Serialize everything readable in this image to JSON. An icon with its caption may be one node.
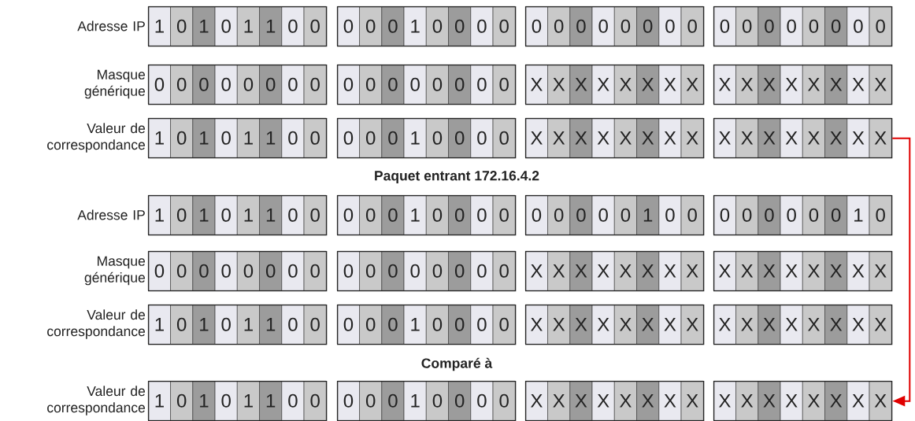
{
  "diagram": {
    "nodes": [
      {
        "text": [],
        "shape": "box"
      },
      {
        "text": [
          "1"
        ],
        "in": 0
      },
      {
        "text": [
          "0"
        ],
        "in": 0
      },
      {
        "text": [
          "1"
        ],
        "in": 0
      },
      {
        "text": [
          "0"
        ],
        "in": 0
      },
      {
        "text": [
          "1"
        ],
        "in": 0
      },
      {
        "text": [
          "1"
        ],
        "in": 0
      },
      {
        "text": [
          "0"
        ],
        "in": 0
      },
      {
        "text": [
          "0"
        ],
        "in": 0
      },
      {
        "text": [],
        "shape": "box"
      },
      {
        "text": [
          "0"
        ],
        "in": 9
      },
      {
        "text": [
          "0"
        ],
        "in": 9
      },
      {
        "text": [
          "0"
        ],
        "in": 9
      },
      {
        "text": [
          "1"
        ],
        "in": 9
      },
      {
        "text": [
          "0"
        ],
        "in": 9
      },
      {
        "text": [
          "0"
        ],
        "in": 9
      },
      {
        "text": [
          "0"
        ],
        "in": 9
      },
      {
        "text": [
          "0"
        ],
        "in": 9
      },
      {
        "text": [],
        "shape": "box"
      },
      {
        "text": [
          "0"
        ],
        "in": 18
      },
      {
        "text": [
          "0"
        ],
        "in": 18
      },
      {
        "text": [
          "0"
        ],
        "in": 18
      },
      {
        "text": [
          "0"
        ],
        "in": 18
      },
      {
        "text": [
          "0"
        ],
        "in": 18
      },
      {
        "text": [
          "0"
        ],
        "in": 18
      },
      {
        "text": [
          "0"
        ],
        "in": 18
      },
      {
        "text": [
          "0"
        ],
        "in": 18
      },
      {
        "text": [],
        "shape": "box"
      },
      {
        "text": [
          "0"
        ],
        "in": 27
      },
      {
        "text": [
          "0"
        ],
        "in": 27
      },
      {
        "text": [
          "0"
        ],
        "in": 27
      },
      {
        "text": [
          "0"
        ],
        "in": 27
      },
      {
        "text": [
          "0"
        ],
        "in": 27
      },
      {
        "text": [
          "0"
        ],
        "in": 27
      },
      {
        "text": [
          "0"
        ],
        "in": 27
      },
      {
        "text": [
          "0"
        ],
        "in": 27
      },
      {
        "text": [],
        "shape": "box"
      },
      {
        "text": [
          "0"
        ],
        "in": 36
      },
      {
        "text": [
          "0"
        ],
        "in": 36
      },
      {
        "text": [
          "0"
        ],
        "in": 36
      },
      {
        "text": [
          "0"
        ],
        "in": 36
      },
      {
        "text": [
          "0"
        ],
        "in": 36
      },
      {
        "text": [
          "0"
        ],
        "in": 36
      },
      {
        "text": [
          "0"
        ],
        "in": 36
      },
      {
        "text": [
          "0"
        ],
        "in": 36
      },
      {
        "text": [],
        "shape": "box"
      },
      {
        "text": [
          "0"
        ],
        "in": 45
      },
      {
        "text": [
          "0"
        ],
        "in": 45
      },
      {
        "text": [
          "0"
        ],
        "in": 45
      },
      {
        "text": [
          "0"
        ],
        "in": 45
      },
      {
        "text": [
          "0"
        ],
        "in": 45
      },
      {
        "text": [
          "0"
        ],
        "in": 45
      },
      {
        "text": [
          "0"
        ],
        "in": 45
      },
      {
        "text": [
          "0"
        ],
        "in": 45
      },
      {
        "text": [],
        "shape": "box"
      },
      {
        "text": [
          "X"
        ],
        "in": 54
      },
      {
        "text": [
          "X"
        ],
        "in": 54
      },
      {
        "text": [
          "X"
        ],
        "in": 54
      },
      {
        "text": [
          "X"
        ],
        "in": 54
      },
      {
        "text": [
          "X"
        ],
        "in": 54
      },
      {
        "text": [
          "X"
        ],
        "in": 54
      },
      {
        "text": [
          "X"
        ],
        "in": 54
      },
      {
        "text": [
          "X"
        ],
        "in": 54
      },
      {
        "text": [],
        "shape": "box"
      },
      {
        "text": [
          "X"
        ],
        "in": 63
      },
      {
        "text": [
          "X"
        ],
        "in": 63
      },
      {
        "text": [
          "X"
        ],
        "in": 63
      },
      {
        "text": [
          "X"
        ],
        "in": 63
      },
      {
        "text": [
          "X"
        ],
        "in": 63
      },
      {
        "text": [
          "X"
        ],
        "in": 63
      },
      {
        "text": [
          "X"
        ],
        "in": 63
      },
      {
        "text": [
          "X"
        ],
        "in": 63
      },
      {
        "text": [],
        "shape": "box"
      },
      {
        "text": [
          "1"
        ],
        "in": 72
      },
      {
        "text": [
          "0"
        ],
        "in": 72
      },
      {
        "text": [
          "1"
        ],
        "in": 72
      },
      {
        "text": [
          "0"
        ],
        "in": 72
      },
      {
        "text": [
          "1"
        ],
        "in": 72
      },
      {
        "text": [
          "1"
        ],
        "in": 72
      },
      {
        "text": [
          "0"
        ],
        "in": 72
      },
      {
        "text": [
          "0"
        ],
        "in": 72
      },
      {
        "text": [],
        "shape": "box"
      },
      {
        "text": [
          "0"
        ],
        "in": 81
      },
      {
        "text": [
          "0"
        ],
        "in": 81
      },
      {
        "text": [
          "0"
        ],
        "in": 81
      },
      {
        "text": [
          "1"
        ],
        "in": 81
      },
      {
        "text": [
          "0"
        ],
        "in": 81
      },
      {
        "text": [
          "0"
        ],
        "in": 81
      },
      {
        "text": [
          "0"
        ],
        "in": 81
      },
      {
        "text": [
          "0"
        ],
        "in": 81
      },
      {
        "text": [],
        "shape": "box"
      },
      {
        "text": [
          "X"
        ],
        "in": 90
      },
      {
        "text": [
          "X"
        ],
        "in": 90
      },
      {
        "text": [
          "X"
        ],
        "in": 90
      },
      {
        "text": [
          "X"
        ],
        "in": 90
      },
      {
        "text": [
          "X"
        ],
        "in": 90
      },
      {
        "text": [
          "X"
        ],
        "in": 90
      },
      {
        "text": [
          "X"
        ],
        "in": 90
      },
      {
        "text": [
          "X"
        ],
        "in": 90
      },
      {
        "text": [],
        "shape": "box"
      },
      {
        "text": [
          "X"
        ],
        "in": 99
      },
      {
        "text": [
          "X"
        ],
        "in": 99
      },
      {
        "text": [
          "X"
        ],
        "in": 99
      },
      {
        "text": [
          "X"
        ],
        "in": 99
      },
      {
        "text": [
          "X"
        ],
        "in": 99
      },
      {
        "text": [
          "X"
        ],
        "in": 99
      },
      {
        "text": [
          "X"
        ],
        "in": 99
      },
      {
        "text": [
          "X"
        ],
        "in": 99
      },
      {
        "text": [],
        "shape": "box"
      },
      {
        "text": [
          "1"
        ],
        "in": 108
      },
      {
        "text": [
          "0"
        ],
        "in": 108
      },
      {
        "text": [
          "1"
        ],
        "in": 108
      },
      {
        "text": [
          "0"
        ],
        "in": 108
      },
      {
        "text": [
          "1"
        ],
        "in": 108
      },
      {
        "text": [
          "1"
        ],
        "in": 108
      },
      {
        "text": [
          "0"
        ],
        "in": 108
      },
      {
        "text": [
          "0"
        ],
        "in": 108
      },
      {
        "text": [],
        "shape": "box"
      },
      {
        "text": [
          "0"
        ],
        "in": 117
      },
      {
        "text": [
          "0"
        ],
        "in": 117
      },
      {
        "text": [
          "0"
        ],
        "in": 117
      },
      {
        "text": [
          "1"
        ],
        "in": 117
      },
      {
        "text": [
          "0"
        ],
        "in": 117
      },
      {
        "text": [
          "0"
        ],
        "in": 117
      },
      {
        "text": [
          "0"
        ],
        "in": 117
      },
      {
        "text": [
          "0"
        ],
        "in": 117
      },
      {
        "text": [],
        "shape": "box"
      },
      {
        "text": [
          "0"
        ],
        "in": 126
      },
      {
        "text": [
          "0"
        ],
        "in": 126
      },
      {
        "text": [
          "0"
        ],
        "in": 126
      },
      {
        "text": [
          "0"
        ],
        "in": 126
      },
      {
        "text": [
          "0"
        ],
        "in": 126
      },
      {
        "text": [
          "1"
        ],
        "in": 126
      },
      {
        "text": [
          "0"
        ],
        "in": 126
      },
      {
        "text": [
          "0"
        ],
        "in": 126
      },
      {
        "text": [],
        "shape": "box"
      },
      {
        "text": [
          "0"
        ],
        "in": 135
      },
      {
        "text": [
          "0"
        ],
        "in": 135
      },
      {
        "text": [
          "0"
        ],
        "in": 135
      },
      {
        "text": [
          "0"
        ],
        "in": 135
      },
      {
        "text": [
          "0"
        ],
        "in": 135
      },
      {
        "text": [
          "0"
        ],
        "in": 135
      },
      {
        "text": [
          "1"
        ],
        "in": 135
      },
      {
        "text": [
          "0"
        ],
        "in": 135
      },
      {
        "text": [],
        "shape": "box"
      },
      {
        "text": [
          "0"
        ],
        "in": 144
      },
      {
        "text": [
          "0"
        ],
        "in": 144
      },
      {
        "text": [
          "0"
        ],
        "in": 144
      },
      {
        "text": [
          "0"
        ],
        "in": 144
      },
      {
        "text": [
          "0"
        ],
        "in": 144
      },
      {
        "text": [
          "0"
        ],
        "in": 144
      },
      {
        "text": [
          "0"
        ],
        "in": 144
      },
      {
        "text": [
          "0"
        ],
        "in": 144
      },
      {
        "text": [],
        "shape": "box"
      },
      {
        "text": [
          "0"
        ],
        "in": 153
      },
      {
        "text": [
          "0"
        ],
        "in": 153
      },
      {
        "text": [
          "0"
        ],
        "in": 153
      },
      {
        "text": [
          "0"
        ],
        "in": 153
      },
      {
        "text": [
          "0"
        ],
        "in": 153
      },
      {
        "text": [
          "0"
        ],
        "in": 153
      },
      {
        "text": [
          "0"
        ],
        "in": 153
      },
      {
        "text": [
          "0"
        ],
        "in": 153
      },
      {
        "text": [],
        "shape": "box"
      },
      {
        "text": [
          "X"
        ],
        "in": 162
      },
      {
        "text": [
          "X"
        ],
        "in": 162
      },
      {
        "text": [
          "X"
        ],
        "in": 162
      },
      {
        "text": [
          "X"
        ],
        "in": 162
      },
      {
        "text": [
          "X"
        ],
        "in": 162
      },
      {
        "text": [
          "X"
        ],
        "in": 162
      },
      {
        "text": [
          "X"
        ],
        "in": 162
      },
      {
        "text": [
          "X"
        ],
        "in": 162
      },
      {
        "text": [],
        "shape": "box"
      },
      {
        "text": [
          "X"
        ],
        "in": 171
      },
      {
        "text": [
          "X"
        ],
        "in": 171
      },
      {
        "text": [
          "X"
        ],
        "in": 171
      },
      {
        "text": [
          "X"
        ],
        "in": 171
      },
      {
        "text": [
          "X"
        ],
        "in": 171
      },
      {
        "text": [
          "X"
        ],
        "in": 171
      },
      {
        "text": [
          "X"
        ],
        "in": 171
      },
      {
        "text": [
          "X"
        ],
        "in": 171
      },
      {
        "text": [],
        "shape": "box"
      },
      {
        "text": [
          "1"
        ],
        "in": 180
      },
      {
        "text": [
          "0"
        ],
        "in": 180
      },
      {
        "text": [
          "1"
        ],
        "in": 180
      },
      {
        "text": [
          "0"
        ],
        "in": 180
      },
      {
        "text": [
          "1"
        ],
        "in": 180
      },
      {
        "text": [
          "1"
        ],
        "in": 180
      },
      {
        "text": [
          "0"
        ],
        "in": 180
      },
      {
        "text": [
          "0"
        ],
        "in": 180
      },
      {
        "text": [],
        "shape": "box"
      },
      {
        "text": [
          "0"
        ],
        "in": 189
      },
      {
        "text": [
          "0"
        ],
        "in": 189
      },
      {
        "text": [
          "0"
        ],
        "in": 189
      },
      {
        "text": [
          "1"
        ],
        "in": 189
      },
      {
        "text": [
          "0"
        ],
        "in": 189
      },
      {
        "text": [
          "0"
        ],
        "in": 189
      },
      {
        "text": [
          "0"
        ],
        "in": 189
      },
      {
        "text": [
          "0"
        ],
        "in": 189
      },
      {
        "text": [],
        "shape": "box"
      },
      {
        "text": [
          "X"
        ],
        "in": 198
      },
      {
        "text": [
          "X"
        ],
        "in": 198
      },
      {
        "text": [
          "X"
        ],
        "in": 198
      },
      {
        "text": [
          "X"
        ],
        "in": 198
      },
      {
        "text": [
          "X"
        ],
        "in": 198
      },
      {
        "text": [
          "X"
        ],
        "in": 198
      },
      {
        "text": [
          "X"
        ],
        "in": 198
      },
      {
        "text": [
          "X"
        ],
        "in": 198
      },
      {
        "text": [],
        "shape": "box"
      },
      {
        "text": [
          "X"
        ],
        "in": 207
      },
      {
        "text": [
          "X"
        ],
        "in": 207
      },
      {
        "text": [
          "X"
        ],
        "in": 207
      },
      {
        "text": [
          "X"
        ],
        "in": 207
      },
      {
        "text": [
          "X"
        ],
        "in": 207
      },
      {
        "text": [
          "X"
        ],
        "in": 207
      },
      {
        "text": [
          "X"
        ],
        "in": 207
      },
      {
        "text": [
          "X"
        ],
        "in": 207
      },
      {
        "text": [],
        "shape": "box"
      },
      {
        "text": [
          "1"
        ],
        "in": 216
      },
      {
        "text": [
          "0"
        ],
        "in": 216
      },
      {
        "text": [
          "1"
        ],
        "in": 216
      },
      {
        "text": [
          "0"
        ],
        "in": 216
      },
      {
        "text": [
          "1"
        ],
        "in": 216
      },
      {
        "text": [
          "1"
        ],
        "in": 216
      },
      {
        "text": [
          "0"
        ],
        "in": 216
      },
      {
        "text": [
          "0"
        ],
        "in": 216
      },
      {
        "text": [],
        "shape": "box"
      },
      {
        "text": [
          "0"
        ],
        "in": 225
      },
      {
        "text": [
          "0"
        ],
        "in": 225
      },
      {
        "text": [
          "0"
        ],
        "in": 225
      },
      {
        "text": [
          "1"
        ],
        "in": 225
      },
      {
        "text": [
          "0"
        ],
        "in": 225
      },
      {
        "text": [
          "0"
        ],
        "in": 225
      },
      {
        "text": [
          "0"
        ],
        "in": 225
      },
      {
        "text": [
          "0"
        ],
        "in": 225
      },
      {
        "text": [],
        "shape": "box"
      },
      {
        "text": [
          "X"
        ],
        "in": 234
      },
      {
        "text": [
          "X"
        ],
        "in": 234
      },
      {
        "text": [
          "X"
        ],
        "in": 234
      },
      {
        "text": [
          "X"
        ],
        "in": 234
      },
      {
        "text": [
          "X"
        ],
        "in": 234
      },
      {
        "text": [
          "X"
        ],
        "in": 234
      },
      {
        "text": [
          "X"
        ],
        "in": 234
      },
      {
        "text": [
          "X"
        ],
        "in": 234
      },
      {
        "text": [],
        "shape": "box"
      },
      {
        "text": [
          "X"
        ],
        "in": 243
      },
      {
        "text": [
          "X"
        ],
        "in": 243
      },
      {
        "text": [
          "X"
        ],
        "in": 243
      },
      {
        "text": [
          "X"
        ],
        "in": 243
      },
      {
        "text": [
          "X"
        ],
        "in": 243
      },
      {
        "text": [
          "X"
        ],
        "in": 243
      },
      {
        "text": [
          "X"
        ],
        "in": 243
      },
      {
        "text": [
          "X"
        ],
        "in": 243
      }
    ],
    "edges": [
      {
        "from": 99,
        "to": 243,
        "arrow": "to",
        "color": "#e00000"
      }
    ],
    "labels": [
      "Adresse IP",
      "Masque générique",
      "Valeur de correspondance",
      "Paquet entrant 172.16.4.2",
      "Adresse IP",
      "Masque générique",
      "Valeur de correspondance",
      "Comparé à",
      "Valeur de correspondance"
    ]
  }
}
